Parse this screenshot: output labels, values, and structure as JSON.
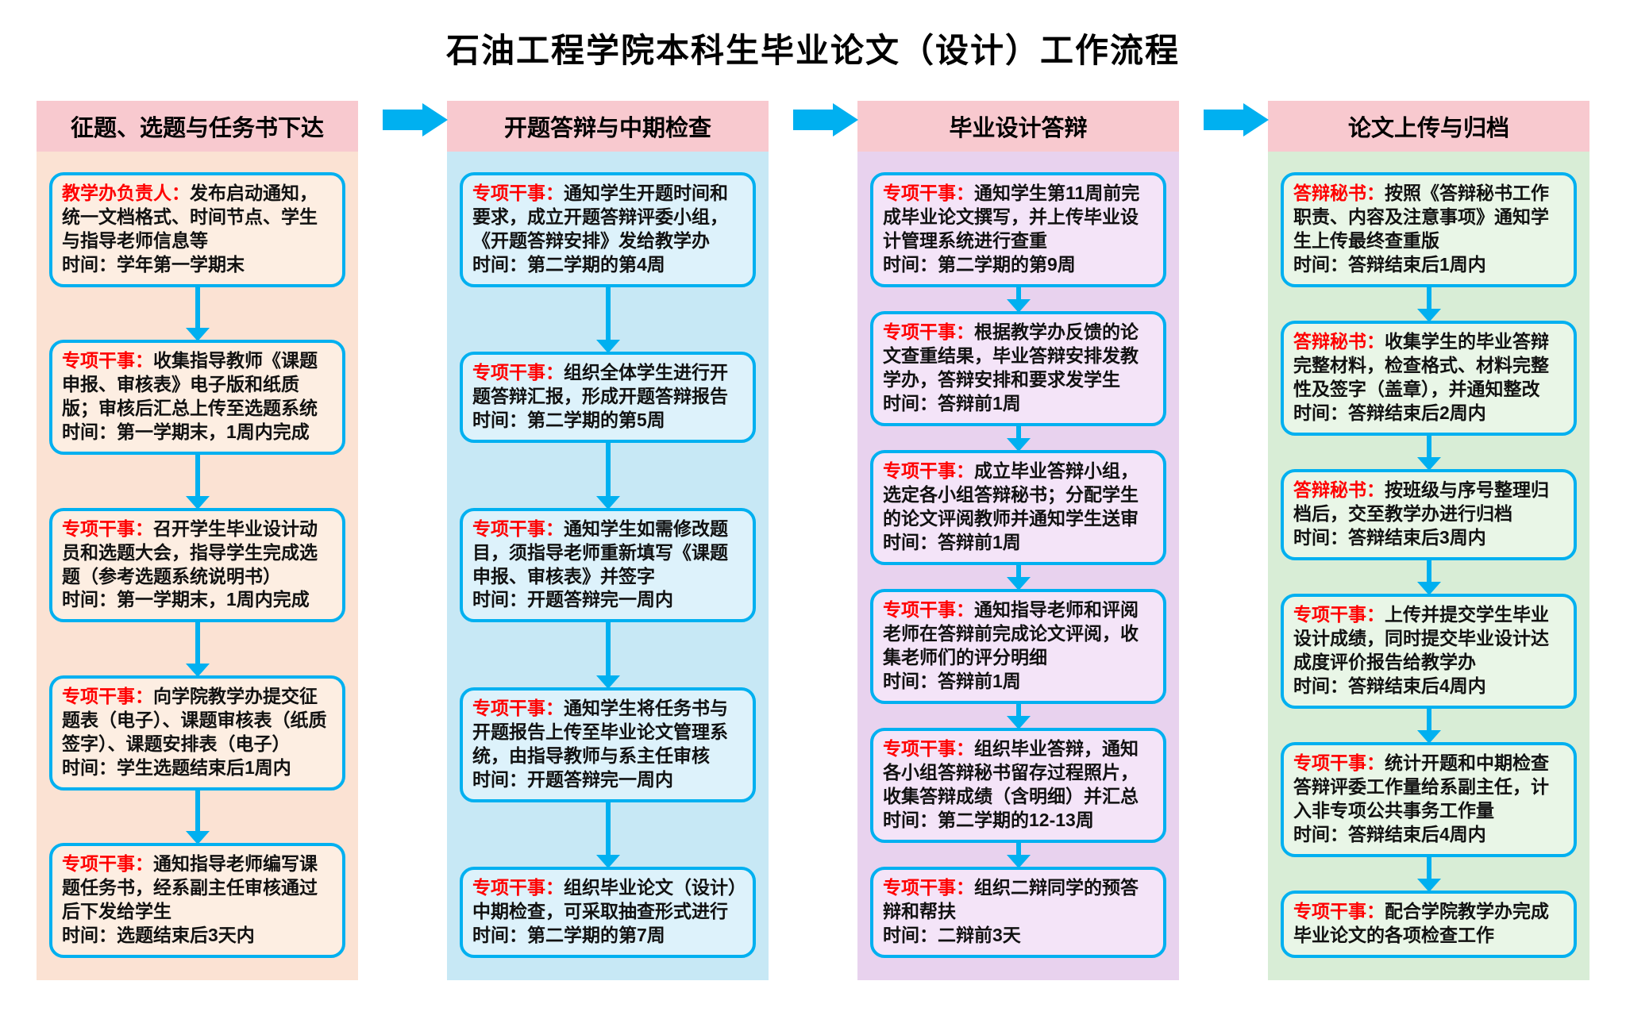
{
  "title": "石油工程学院本科生毕业论文（设计）工作流程",
  "colors": {
    "cyan": "#00b0f0",
    "red": "#ff0000",
    "header_pink": "#f8c9cf"
  },
  "columns": [
    {
      "header": "征题、选题与任务书下达",
      "bg": "#fbe2d3",
      "box_bg": "#fdeee2",
      "steps": [
        {
          "role": "教学办负责人：",
          "body": "发布启动通知，统一文档格式、时间节点、学生与指导老师信息等",
          "time": "时间：学年第一学期末"
        },
        {
          "role": "专项干事：",
          "body": "收集指导教师《课题申报、审核表》电子版和纸质版；审核后汇总上传至选题系统",
          "time": "时间：第一学期末，1周内完成"
        },
        {
          "role": "专项干事：",
          "body": "召开学生毕业设计动员和选题大会，指导学生完成选题（参考选题系统说明书）",
          "time": "时间：第一学期末，1周内完成"
        },
        {
          "role": "专项干事：",
          "body": "向学院教学办提交征题表（电子）、课题审核表（纸质签字）、课题安排表（电子）",
          "time": "时间：学生选题结束后1周内"
        },
        {
          "role": "专项干事：",
          "body": "通知指导老师编写课题任务书，经系副主任审核通过后下发给学生",
          "time": "时间：选题结束后3天内"
        }
      ]
    },
    {
      "header": "开题答辩与中期检查",
      "bg": "#c7e8f5",
      "box_bg": "#ddf2fb",
      "steps": [
        {
          "role": "专项干事：",
          "body": "通知学生开题时间和要求，成立开题答辩评委小组，《开题答辩安排》发给教学办",
          "time": "时间：第二学期的第4周"
        },
        {
          "role": "专项干事：",
          "body": "组织全体学生进行开题答辩汇报，形成开题答辩报告",
          "time": "时间：第二学期的第5周"
        },
        {
          "role": "专项干事：",
          "body": "通知学生如需修改题目，须指导老师重新填写《课题申报、审核表》并签字",
          "time": "时间：开题答辩完一周内"
        },
        {
          "role": "专项干事：",
          "body": "通知学生将任务书与开题报告上传至毕业论文管理系统，由指导教师与系主任审核",
          "time": "时间：开题答辩完一周内"
        },
        {
          "role": "专项干事：",
          "body": "组织毕业论文（设计）中期检查，可采取抽查形式进行",
          "time": "时间：第二学期的第7周"
        }
      ]
    },
    {
      "header": "毕业设计答辩",
      "bg": "#e8d2ee",
      "box_bg": "#f4e4f8",
      "steps": [
        {
          "role": "专项干事：",
          "body": "通知学生第11周前完成毕业论文撰写，并上传毕业设计管理系统进行查重",
          "time": "时间：第二学期的第9周"
        },
        {
          "role": "专项干事：",
          "body": "根据教学办反馈的论文查重结果，毕业答辩安排发教学办，答辩安排和要求发学生",
          "time": "时间：答辩前1周"
        },
        {
          "role": "专项干事：",
          "body": "成立毕业答辩小组，选定各小组答辩秘书；分配学生的论文评阅教师并通知学生送审",
          "time": "时间：答辩前1周"
        },
        {
          "role": "专项干事：",
          "body": "通知指导老师和评阅老师在答辩前完成论文评阅，收集老师们的评分明细",
          "time": "时间：答辩前1周"
        },
        {
          "role": "专项干事：",
          "body": "组织毕业答辩，通知各小组答辩秘书留存过程照片，收集答辩成绩（含明细）并汇总",
          "time": "时间：第二学期的12-13周"
        },
        {
          "role": "专项干事：",
          "body": "组织二辩同学的预答辩和帮扶",
          "time": "时间：二辩前3天"
        }
      ]
    },
    {
      "header": "论文上传与归档",
      "bg": "#d8edd6",
      "box_bg": "#e9f6e7",
      "steps": [
        {
          "role": "答辩秘书：",
          "body": "按照《答辩秘书工作职责、内容及注意事项》通知学生上传最终查重版",
          "time": "时间：答辩结束后1周内"
        },
        {
          "role": "答辩秘书：",
          "body": "收集学生的毕业答辩完整材料，检查格式、材料完整性及签字（盖章），并通知整改",
          "time": "时间：答辩结束后2周内"
        },
        {
          "role": "答辩秘书：",
          "body": "按班级与序号整理归档后，交至教学办进行归档",
          "time": "时间：答辩结束后3周内"
        },
        {
          "role": "专项干事：",
          "body": "上传并提交学生毕业设计成绩，同时提交毕业设计达成度评价报告给教学办",
          "time": "时间：答辩结束后4周内"
        },
        {
          "role": "专项干事：",
          "body": "统计开题和中期检查答辩评委工作量给系副主任，计入非专项公共事务工作量",
          "time": "时间：答辩结束后4周内"
        },
        {
          "role": "专项干事：",
          "body": "配合学院教学办完成毕业论文的各项检查工作",
          "time": ""
        }
      ]
    }
  ]
}
